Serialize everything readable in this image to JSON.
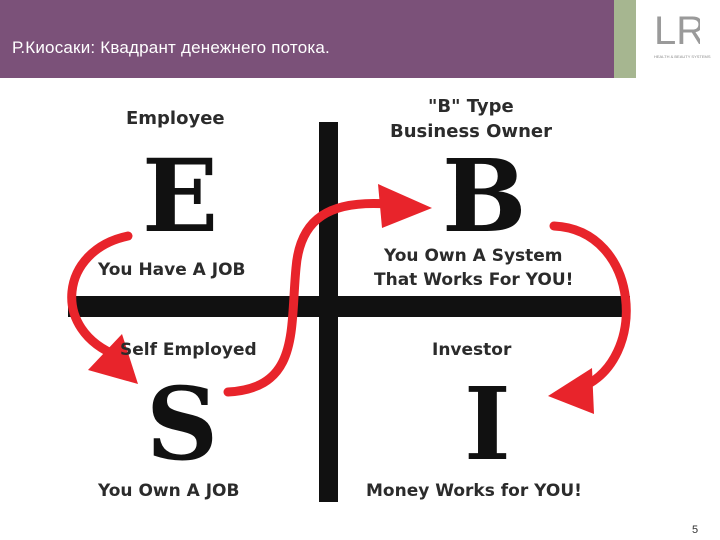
{
  "header": {
    "title": "Р.Киосаки: Квадрант денежнего потока.",
    "logo_text": "LR",
    "logo_tagline": "HEALTH & BEAUTY SYSTEMS"
  },
  "quadrants": {
    "E": {
      "title": "Employee",
      "letter": "E",
      "caption": "You Have A JOB"
    },
    "B": {
      "title_line1": "\"B\" Type",
      "title_line2": "Business Owner",
      "letter": "B",
      "caption_line1": "You Own A System",
      "caption_line2": "That Works For YOU!"
    },
    "S": {
      "title": "Self Employed",
      "letter": "S",
      "caption": "You Own A JOB"
    },
    "I": {
      "title": "Investor",
      "letter": "I",
      "caption": "Money Works for YOU!"
    }
  },
  "colors": {
    "header": "#7b5179",
    "accent_green": "#a6b690",
    "arrow": "#e8242b",
    "axis": "#111111"
  },
  "page_number": "5"
}
